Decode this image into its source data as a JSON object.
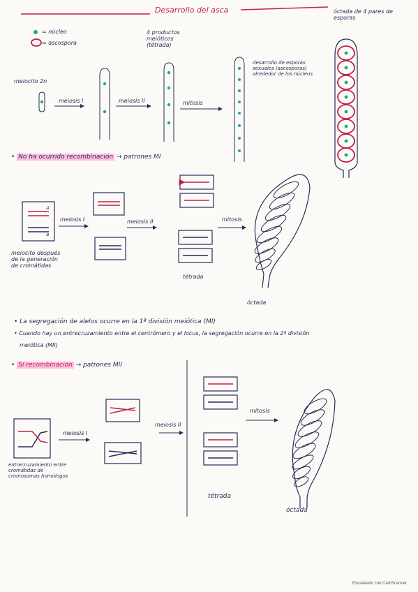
{
  "title": "Desarrollo del asca",
  "legend": {
    "nucleus": "= núcleo",
    "ascospore": "= ascospora"
  },
  "top_note": "óctada de 4 pares de esporas",
  "row1": {
    "meiocyte": "meiocito 2n",
    "arrow1": "meiosis I",
    "arrow2": "meiosis II",
    "arrow3": "mitosis",
    "tetrad_label": "4 productos meióticos (tétrada)",
    "spores_note": "desarrollo de esporas sexuales (ascosporas) alrededor de los núcleos"
  },
  "section1": {
    "bullet": "•",
    "highlight": "No ha ocurrido recombinación",
    "arrow_text": "→ patrones MI"
  },
  "row2": {
    "arrow1": "meiosis I",
    "arrow2": "meiosis II",
    "arrow3": "mitosis",
    "meiocyte_note": "meiocito después de la generación de cromátidas",
    "tetrad": "tétrada",
    "octad": "óctada",
    "allele_big": "A",
    "allele_small": "a"
  },
  "notes": [
    "• La segregación de alelos ocurre en la 1ª división meiótica (MI)",
    "• Cuando hay un entrecruzamiento entre el centrómero y el locus, la segregación ocurre en la 2ª división",
    "meiótica (MII)"
  ],
  "section2": {
    "bullet": "•",
    "highlight": "Sí recombinación",
    "arrow_text": "→ patrones MII"
  },
  "row3": {
    "arrow1": "meiosis I",
    "arrow2": "meiosis II",
    "arrow3": "mitosis",
    "crossover_note": "entrecruzamiento entre cromátidas de cromosomas homólogos",
    "tetrad": "tétrada",
    "octad": "óctada"
  },
  "watermark": "Escaneado con CamScanner",
  "colors": {
    "ink": "#2a2a5a",
    "red": "#c0204a",
    "teal": "#1fa88a",
    "pink": "#ff78be"
  }
}
